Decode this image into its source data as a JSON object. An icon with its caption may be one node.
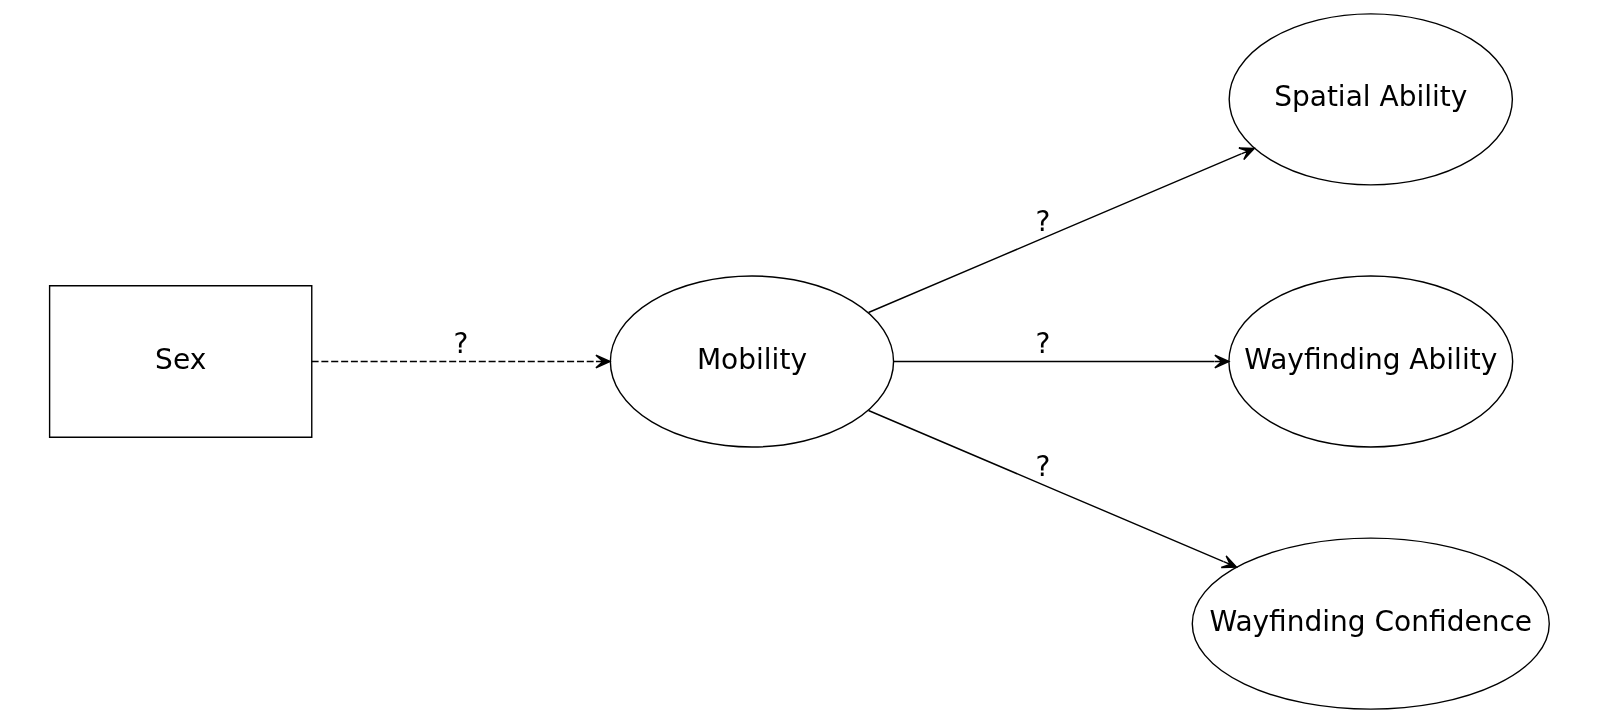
{
  "diagram": {
    "nodes": [
      {
        "text": [
          "Sex"
        ]
      },
      {
        "text": [
          "Mobility"
        ]
      },
      {
        "text": [
          "Spatial Ability"
        ]
      },
      {
        "text": [
          "Wayfinding Ability"
        ]
      },
      {
        "text": [
          "Wayfinding Confidence"
        ]
      }
    ],
    "edges": [
      {
        "from": 0,
        "to": 1,
        "arrow": "to",
        "label": "?",
        "style": "dashed"
      },
      {
        "from": 1,
        "to": 2,
        "arrow": "to",
        "label": "?"
      },
      {
        "from": 1,
        "to": 3,
        "arrow": "to",
        "label": "?"
      },
      {
        "from": 1,
        "to": 4,
        "arrow": "to",
        "label": "?"
      }
    ]
  }
}
